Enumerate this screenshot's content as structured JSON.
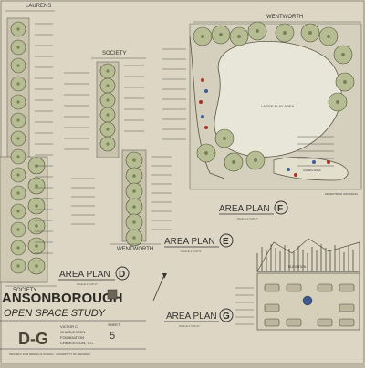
{
  "sheet": {
    "project_title": "ANSONBOROUGH",
    "subtitle": "OPEN SPACE STUDY",
    "sheet_code_left": "D-G",
    "title_block_lines": [
      "VICTOR C.",
      "CHARLESTON",
      "FOUNDATION",
      "CHARLESTON, S.C."
    ],
    "sheet_label": "SHEET",
    "sheet_number": "5",
    "credit_line": "PROJECT FOR DESIGN & STUDIO · UNIVERSITY OF GEORGIA"
  },
  "streets": {
    "laurens": "LAURENS",
    "society_top": "SOCIETY",
    "society_bottom": "SOCIETY",
    "wentworth_top": "WENTWORTH",
    "wentworth_mid": "WENTWORTH"
  },
  "area_plans": {
    "d": {
      "label": "AREA PLAN",
      "letter": "D",
      "scale": "SCALE 1\"=20'-0\""
    },
    "e": {
      "label": "AREA PLAN",
      "letter": "E",
      "scale": "SCALE 1\"=20'-0\""
    },
    "f": {
      "label": "AREA PLAN",
      "letter": "F",
      "scale": "SCALE 1\"=20'-0\""
    },
    "g": {
      "label": "AREA PLAN",
      "letter": "G",
      "scale": "SCALE 1\"=20'-0\""
    }
  },
  "plan_f_labels": {
    "lawn": "LARGE PLAY AREA",
    "games": "GAMES AREA",
    "crossing": "PEDESTRIAN CROSSING"
  },
  "plan_g_labels": {
    "elevation": "ELEVATION"
  },
  "colors": {
    "paper": "#ded8c8",
    "tree_fill": "#b7bd93",
    "lawn_fill": "#e8e6d8",
    "accent_red": "#a73228",
    "accent_blue": "#3c5b93"
  }
}
